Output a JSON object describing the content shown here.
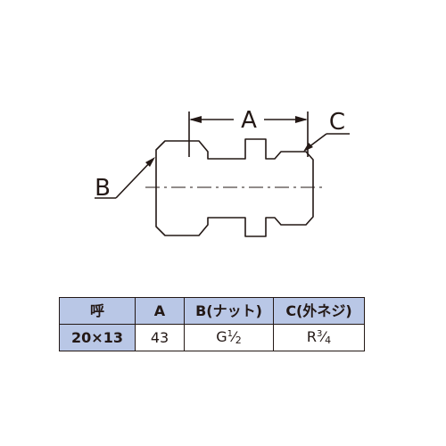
{
  "drawing": {
    "label_a": "A",
    "label_b": "B",
    "label_c": "C"
  },
  "table": {
    "headers": [
      "呼",
      "A",
      "B(ナット)",
      "C(外ネジ)"
    ],
    "row": {
      "size": "20×13",
      "a": "43",
      "b_letter": "G",
      "b_num": "1",
      "b_den": "2",
      "c_letter": "R",
      "c_num": "3",
      "c_den": "4"
    },
    "slash": "⁄"
  },
  "colors": {
    "line": "#231815",
    "header_fill": "#b9c7e6"
  }
}
